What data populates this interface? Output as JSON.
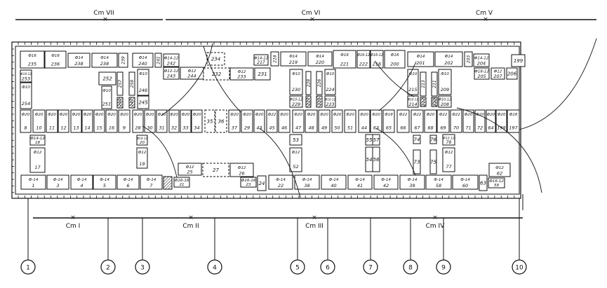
{
  "sections_top": [
    "Cm VII",
    "Cm VI",
    "Cm V"
  ],
  "sections_bottom": [
    "Cm I",
    "Cm II",
    "Cm III",
    "Cm IV"
  ],
  "axes": [
    "1",
    "2",
    "3",
    "4",
    "5",
    "6",
    "7",
    "8",
    "9",
    "10"
  ],
  "boxes": [
    {
      "spec": "Ф16",
      "num": "235"
    },
    {
      "spec": "Ф16",
      "num": "236"
    },
    {
      "spec": "Ф14",
      "num": "238"
    },
    {
      "spec": "Ф14",
      "num": "238"
    },
    {
      "spec": "",
      "num": "239"
    },
    {
      "spec": "Ф14",
      "num": "240"
    },
    {
      "spec": "",
      "num": "241"
    },
    {
      "spec": "Ф14-12",
      "num": "242"
    },
    {
      "spec": "Ф12-12",
      "num": "243"
    },
    {
      "spec": "Ф12",
      "num": "244"
    },
    {
      "spec": "Ф18-12",
      "num": "253"
    },
    {
      "spec": "Ф10",
      "num": "254"
    },
    {
      "spec": "",
      "num": "252"
    },
    {
      "spec": "",
      "num": "257"
    },
    {
      "spec": "",
      "num": "258"
    },
    {
      "spec": "Ф10",
      "num": "246"
    },
    {
      "spec": "Ф10",
      "num": "251"
    },
    {
      "spec": "",
      "num": "250"
    },
    {
      "spec": "",
      "num": "247"
    },
    {
      "spec": "",
      "num": "245"
    },
    {
      "spec": "Ф20",
      "num": "8"
    },
    {
      "spec": "Ф20",
      "num": "10"
    },
    {
      "spec": "Ф20",
      "num": "11"
    },
    {
      "spec": "Ф20",
      "num": "12"
    },
    {
      "spec": "Ф20",
      "num": "13"
    },
    {
      "spec": "Ф20",
      "num": "14"
    },
    {
      "spec": "Ф20",
      "num": "15"
    },
    {
      "spec": "Ф20",
      "num": "16"
    },
    {
      "spec": "Ф20",
      "num": "9"
    },
    {
      "spec": "Ф20",
      "num": "28"
    },
    {
      "spec": "Ф20",
      "num": "30"
    },
    {
      "spec": "Ф20",
      "num": "31"
    },
    {
      "spec": "Ф20",
      "num": "32"
    },
    {
      "spec": "Ф20",
      "num": "33"
    },
    {
      "spec": "Ф20",
      "num": "34"
    },
    {
      "spec": "",
      "num": "35"
    },
    {
      "spec": "",
      "num": "36"
    },
    {
      "spec": "Ф20",
      "num": "37"
    },
    {
      "spec": "Ф20",
      "num": "29"
    },
    {
      "spec": "Ф20",
      "num": "43"
    },
    {
      "spec": "Ф22",
      "num": "45"
    },
    {
      "spec": "Ф20",
      "num": "46"
    },
    {
      "spec": "Ф20",
      "num": "47"
    },
    {
      "spec": "Ф20",
      "num": "48"
    },
    {
      "spec": "Ф20",
      "num": "49"
    },
    {
      "spec": "Ф20",
      "num": "50"
    },
    {
      "spec": "Ф20",
      "num": "51"
    },
    {
      "spec": "Ф20",
      "num": "44"
    },
    {
      "spec": "Ф20",
      "num": "63"
    },
    {
      "spec": "Ф18",
      "num": "65"
    },
    {
      "spec": "Ф22",
      "num": "66"
    },
    {
      "spec": "Ф22",
      "num": "67"
    },
    {
      "spec": "Ф20",
      "num": "68"
    },
    {
      "spec": "Ф22",
      "num": "69"
    },
    {
      "spec": "Ф22",
      "num": "70"
    },
    {
      "spec": "Ф20",
      "num": "71"
    },
    {
      "spec": "Ф20",
      "num": "72"
    },
    {
      "spec": "Ф20",
      "num": "64"
    },
    {
      "spec": "Ф20",
      "num": "198"
    },
    {
      "spec": "Ф18",
      "num": "197"
    },
    {
      "spec": "",
      "num": "234"
    },
    {
      "spec": "",
      "num": "232"
    },
    {
      "spec": "Ф12",
      "num": "233"
    },
    {
      "spec": "",
      "num": "231"
    },
    {
      "spec": "Ф14-12",
      "num": "217"
    },
    {
      "spec": "",
      "num": "218"
    },
    {
      "spec": "Ф14",
      "num": "219"
    },
    {
      "spec": "Ф14",
      "num": "220"
    },
    {
      "spec": "Ф16",
      "num": "221"
    },
    {
      "spec": "Ф16-12",
      "num": "222"
    },
    {
      "spec": "Ф16-12",
      "num": "216"
    },
    {
      "spec": "Ф18",
      "num": "200"
    },
    {
      "spec": "Ф10",
      "num": "230"
    },
    {
      "spec": "",
      "num": "228"
    },
    {
      "spec": "",
      "num": "226"
    },
    {
      "spec": "Ф10",
      "num": "224"
    },
    {
      "spec": "Ф10-12",
      "num": "229"
    },
    {
      "spec": "",
      "num": "227"
    },
    {
      "spec": "",
      "num": "225"
    },
    {
      "spec": "Ф10-12",
      "num": "223"
    },
    {
      "spec": "Ф14",
      "num": "201"
    },
    {
      "spec": "Ф14",
      "num": "202"
    },
    {
      "spec": "",
      "num": "203"
    },
    {
      "spec": "Ф14-12",
      "num": "204"
    },
    {
      "spec": "",
      "num": "199"
    },
    {
      "spec": "Ф18-12",
      "num": "205"
    },
    {
      "spec": "Ф12",
      "num": "207"
    },
    {
      "spec": "",
      "num": "206"
    },
    {
      "spec": "Ф10",
      "num": "215"
    },
    {
      "spec": "",
      "num": "213"
    },
    {
      "spec": "",
      "num": "211"
    },
    {
      "spec": "Ф10",
      "num": "209"
    },
    {
      "spec": "Ф10-12",
      "num": "214"
    },
    {
      "spec": "",
      "num": "212"
    },
    {
      "spec": "",
      "num": "210"
    },
    {
      "spec": "Ф10-12",
      "num": "208"
    },
    {
      "spec": "Ф14-12",
      "num": "18"
    },
    {
      "spec": "Ф12",
      "num": "17"
    },
    {
      "spec": "Ф14-12",
      "num": "20"
    },
    {
      "spec": "Ф12",
      "num": "19"
    },
    {
      "spec": "Ф12",
      "num": "25"
    },
    {
      "spec": "",
      "num": "27"
    },
    {
      "spec": "Ф12",
      "num": "26"
    },
    {
      "spec": "",
      "num": "53"
    },
    {
      "spec": "Ф12",
      "num": "52"
    },
    {
      "spec": "",
      "num": "55"
    },
    {
      "spec": "",
      "num": "57"
    },
    {
      "spec": "",
      "num": "54"
    },
    {
      "spec": "",
      "num": "56"
    },
    {
      "spec": "",
      "num": "74"
    },
    {
      "spec": "",
      "num": "76"
    },
    {
      "spec": "Ф12-12",
      "num": "78"
    },
    {
      "spec": "",
      "num": "73"
    },
    {
      "spec": "",
      "num": "75"
    },
    {
      "spec": "Ф12",
      "num": "77"
    },
    {
      "spec": "Ф12",
      "num": "62"
    },
    {
      "spec": "Ф-14",
      "num": "1"
    },
    {
      "spec": "Ф-14",
      "num": "3"
    },
    {
      "spec": "Ф-14",
      "num": "4"
    },
    {
      "spec": "Ф-14",
      "num": "5"
    },
    {
      "spec": "Ф-14",
      "num": "6"
    },
    {
      "spec": "Ф-14",
      "num": "7"
    },
    {
      "spec": "Ф16-16",
      "num": "21"
    },
    {
      "spec": "Ф16-16",
      "num": "23"
    },
    {
      "spec": "",
      "num": "24"
    },
    {
      "spec": "Ф-14",
      "num": "22"
    },
    {
      "spec": "Ф-14",
      "num": "38"
    },
    {
      "spec": "Ф-14",
      "num": "40"
    },
    {
      "spec": "Ф-14",
      "num": "41"
    },
    {
      "spec": "Ф-14",
      "num": "42"
    },
    {
      "spec": "Ф-14",
      "num": "39"
    },
    {
      "spec": "Ф-14",
      "num": "58"
    },
    {
      "spec": "Ф-14",
      "num": "60"
    },
    {
      "spec": "",
      "num": "63"
    },
    {
      "spec": "Ф16-12",
      "num": "59"
    }
  ]
}
